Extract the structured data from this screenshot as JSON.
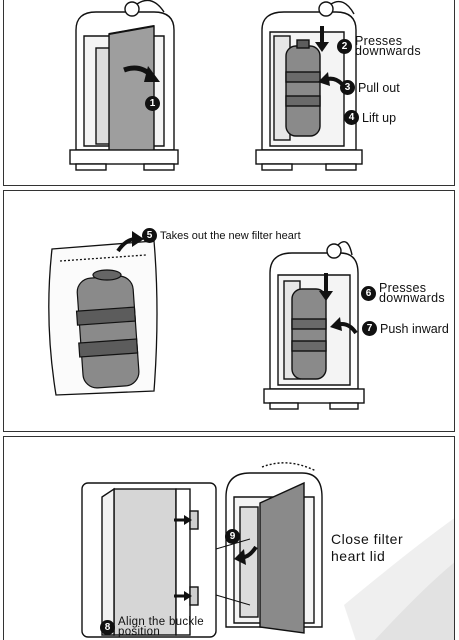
{
  "steps": [
    {
      "num": "1",
      "text": ""
    },
    {
      "num": "2",
      "line1": "Presses",
      "line2": "downwards"
    },
    {
      "num": "3",
      "text": "Pull out"
    },
    {
      "num": "4",
      "text": "Lift  up"
    },
    {
      "num": "5",
      "text": "Takes out the new filter heart"
    },
    {
      "num": "6",
      "line1": "Presses",
      "line2": "downwards"
    },
    {
      "num": "7",
      "text": "Push inward"
    },
    {
      "num": "8",
      "line1": "Align the buckle",
      "line2": "position"
    },
    {
      "num": "9",
      "text": ""
    }
  ],
  "close_lid": "Close filter\nheart lid",
  "colors": {
    "line": "#111111",
    "filter": "#8a8a8a",
    "filter_dark": "#5c5c5c",
    "shade": "#bdbdbd"
  }
}
